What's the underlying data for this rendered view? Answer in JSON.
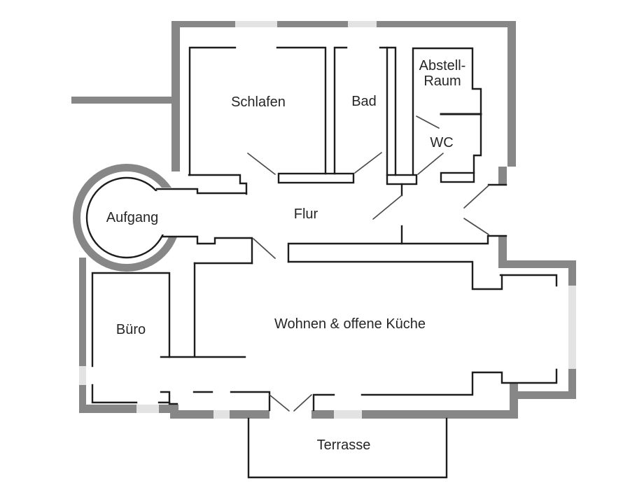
{
  "plan": {
    "type": "apartment-floor-plan",
    "rooms": {
      "schlafen": {
        "label": "Schlafen"
      },
      "bad": {
        "label": "Bad"
      },
      "abstellraum": {
        "line1": "Abstell-",
        "line2": "Raum"
      },
      "wc": {
        "label": "WC"
      },
      "flur": {
        "label": "Flur"
      },
      "aufgang": {
        "label": "Aufgang"
      },
      "buero": {
        "label": "Büro"
      },
      "wohnen": {
        "label": "Wohnen & offene Küche"
      },
      "terrasse": {
        "label": "Terrasse"
      }
    }
  },
  "colors": {
    "wall_gray": "#878787",
    "window_light_gray": "#e3e3e3",
    "interior_line_black": "#1d1d1d",
    "door_swing_line": "#4b4b4b",
    "background": "#ffffff",
    "text": "#262626"
  }
}
